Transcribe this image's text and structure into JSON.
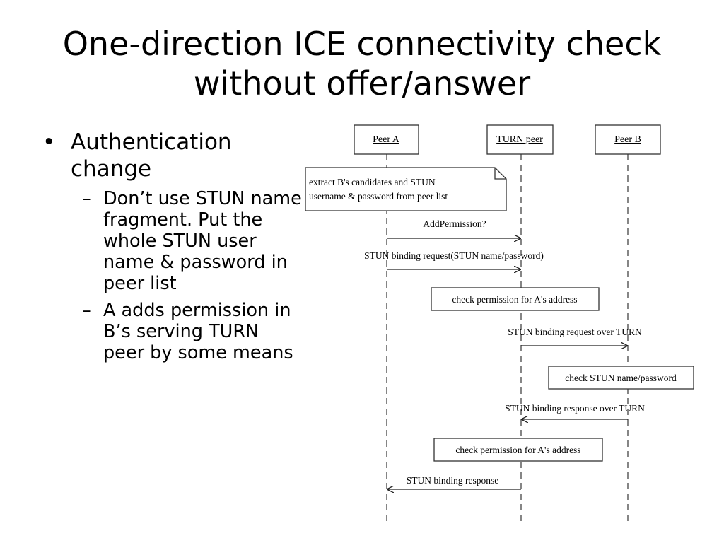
{
  "slide": {
    "title_lines": [
      "One-direction ICE connectivity check",
      "without offer/answer"
    ],
    "bullets": [
      {
        "text": "Authentication change",
        "sub": [
          "Don’t use STUN name fragment. Put the whole STUN user name & password in peer list",
          "A adds permission in B’s serving TURN peer by some means"
        ]
      }
    ]
  },
  "diagram": {
    "participants": [
      "Peer A",
      "TURN peer",
      "Peer B"
    ],
    "note": [
      "extract B's candidates and STUN",
      "username & password from peer list"
    ],
    "messages": [
      "AddPermission?",
      "STUN binding request(STUN name/password)",
      "STUN binding request over TURN",
      "STUN binding response over TURN",
      "STUN binding response"
    ],
    "actions": [
      "check permission for A's address",
      "check STUN name/password",
      "check permission for A's address"
    ]
  }
}
